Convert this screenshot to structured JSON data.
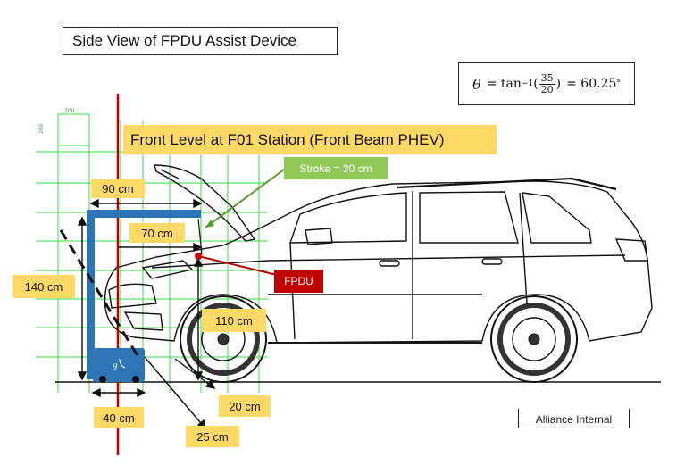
{
  "title": "Side View of FPDU Assist Device",
  "formula": {
    "lhs": "θ",
    "eq": "= tan",
    "sup": "−1",
    "num": "35",
    "den": "20",
    "result": "= 60.25",
    "deg": "°"
  },
  "front_level_label": "Front Level at F01 Station (Front Beam PHEV)",
  "stroke_label": "Stroke = 30 cm",
  "fpdu_label": "FPDU",
  "theta_marker": "θ",
  "grid_scale": {
    "top": "200",
    "side": "200"
  },
  "dimensions": {
    "d90": "90 cm",
    "d70": "70 cm",
    "d140": "140 cm",
    "d110": "110 cm",
    "d40": "40 cm",
    "d20": "20 cm",
    "d25": "25 cm"
  },
  "footer": "Alliance Internal",
  "colors": {
    "label_yellow": "#ffd966",
    "stroke_green": "#8fca59",
    "fpdu_red": "#c00000",
    "device_blue": "#2e75b6",
    "grid_green": "#33dd44",
    "center_line_red": "#c00000"
  }
}
